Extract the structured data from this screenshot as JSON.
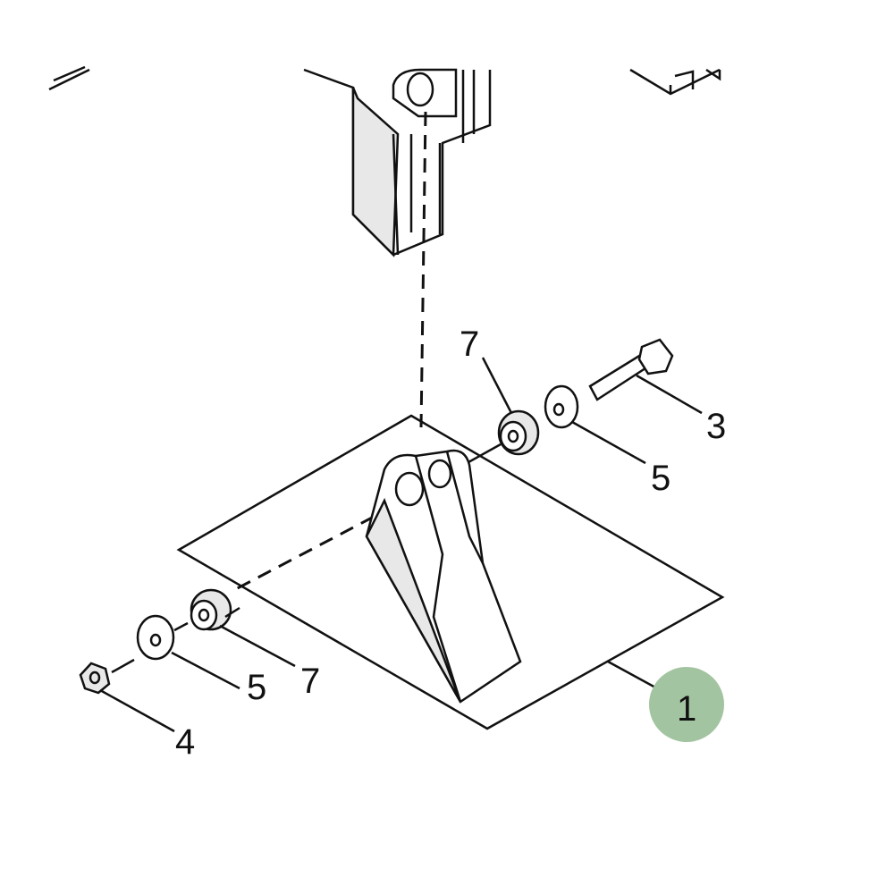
{
  "diagram": {
    "highlight_color": "#a3c4a0",
    "callouts": [
      {
        "id": "top-spacer",
        "label": "7"
      },
      {
        "id": "bolt",
        "label": "3"
      },
      {
        "id": "right-washer",
        "label": "5"
      },
      {
        "id": "left-spacer",
        "label": "7"
      },
      {
        "id": "left-washer",
        "label": "5"
      },
      {
        "id": "nut",
        "label": "4"
      },
      {
        "id": "tooth",
        "label": "1",
        "highlighted": true
      }
    ]
  }
}
